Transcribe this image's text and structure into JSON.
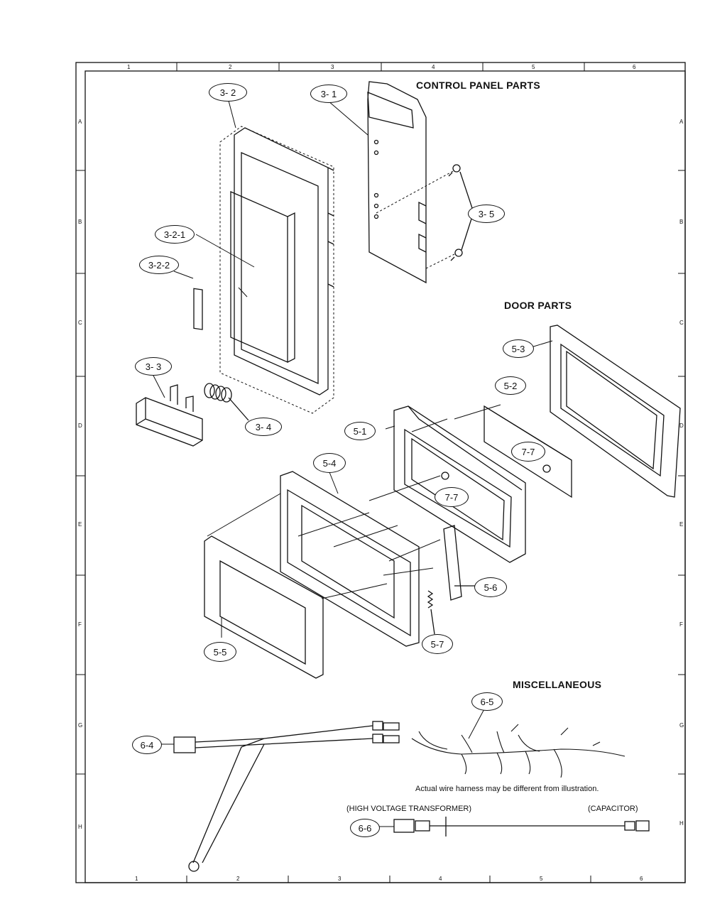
{
  "sections": {
    "control_panel": "CONTROL PANEL PARTS",
    "door": "DOOR PARTS",
    "misc": "MISCELLANEOUS"
  },
  "note": "Actual wire harness may be different from illustration.",
  "hv_label": "(HIGH VOLTAGE TRANSFORMER)",
  "cap_label": "(CAPACITOR)",
  "grid": {
    "columns": [
      "1",
      "2",
      "3",
      "4",
      "5",
      "6"
    ],
    "rows": [
      "A",
      "B",
      "C",
      "D",
      "E",
      "F",
      "G",
      "H"
    ]
  },
  "callouts": {
    "c3_2": "3- 2",
    "c3_1": "3- 1",
    "c3_5": "3- 5",
    "c3_2_1": "3-2-1",
    "c3_2_2": "3-2-2",
    "c3_3": "3- 3",
    "c3_4": "3- 4",
    "c5_3": "5-3",
    "c5_2": "5-2",
    "c5_1": "5-1",
    "c7_7a": "7-7",
    "c7_7b": "7-7",
    "c5_4": "5-4",
    "c5_6": "5-6",
    "c5_7": "5-7",
    "c5_5": "5-5",
    "c6_5": "6-5",
    "c6_4": "6-4",
    "c6_6": "6-6"
  }
}
